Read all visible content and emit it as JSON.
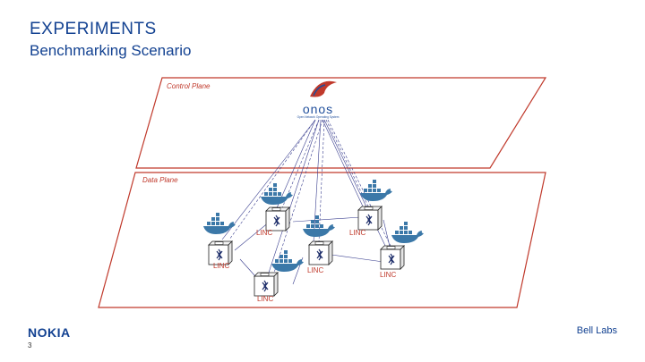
{
  "header": {
    "title": "EXPERIMENTS",
    "subtitle": "Benchmarking Scenario"
  },
  "diagram": {
    "control_plane_label": "Control Plane",
    "data_plane_label": "Data Plane",
    "controller": {
      "name": "onos",
      "tagline": "Open Network Operating System"
    },
    "nodes": [
      {
        "label": "LINC"
      },
      {
        "label": "LINC"
      },
      {
        "label": "LINC"
      },
      {
        "label": "LINC"
      },
      {
        "label": "LINC"
      },
      {
        "label": "LINC"
      }
    ],
    "colors": {
      "plane_border": "#c0392b",
      "link": "#3a3f8f",
      "docker": "#3b78a8",
      "onos_blue": "#1f4e9b",
      "onos_red": "#c0392b"
    }
  },
  "footer": {
    "brand": "NOKIA",
    "page": "3",
    "right": "Bell Labs"
  }
}
